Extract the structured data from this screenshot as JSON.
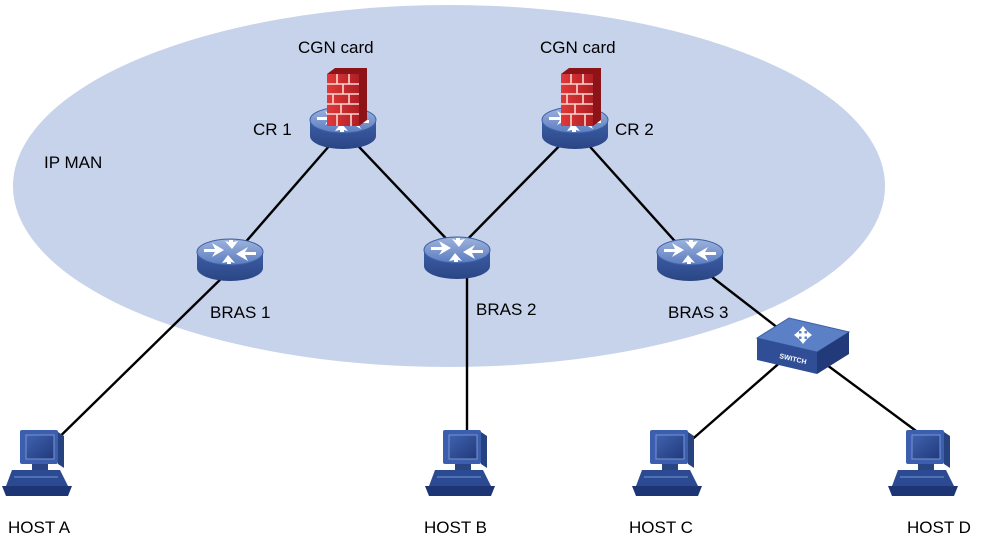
{
  "colors": {
    "man_fill": "#c6d3ea",
    "link": "#000000",
    "device_blue": "#4a6fb5",
    "firewall_red": "#c0282d"
  },
  "region": {
    "label": "IP MAN"
  },
  "devices": {
    "cr1": {
      "label": "CR 1",
      "icon": "router-icon"
    },
    "cr2": {
      "label": "CR 2",
      "icon": "router-icon"
    },
    "cgn1": {
      "label": "CGN card",
      "icon": "firewall-icon"
    },
    "cgn2": {
      "label": "CGN card",
      "icon": "firewall-icon"
    },
    "bras1": {
      "label": "BRAS 1",
      "icon": "router-icon"
    },
    "bras2": {
      "label": "BRAS 2",
      "icon": "router-icon"
    },
    "bras3": {
      "label": "BRAS 3",
      "icon": "router-icon"
    },
    "switch": {
      "label": "SWITCH",
      "icon": "switch-icon"
    },
    "host_a": {
      "label": "HOST A",
      "icon": "computer-icon"
    },
    "host_b": {
      "label": "HOST B",
      "icon": "computer-icon"
    },
    "host_c": {
      "label": "HOST C",
      "icon": "computer-icon"
    },
    "host_d": {
      "label": "HOST D",
      "icon": "computer-icon"
    }
  }
}
